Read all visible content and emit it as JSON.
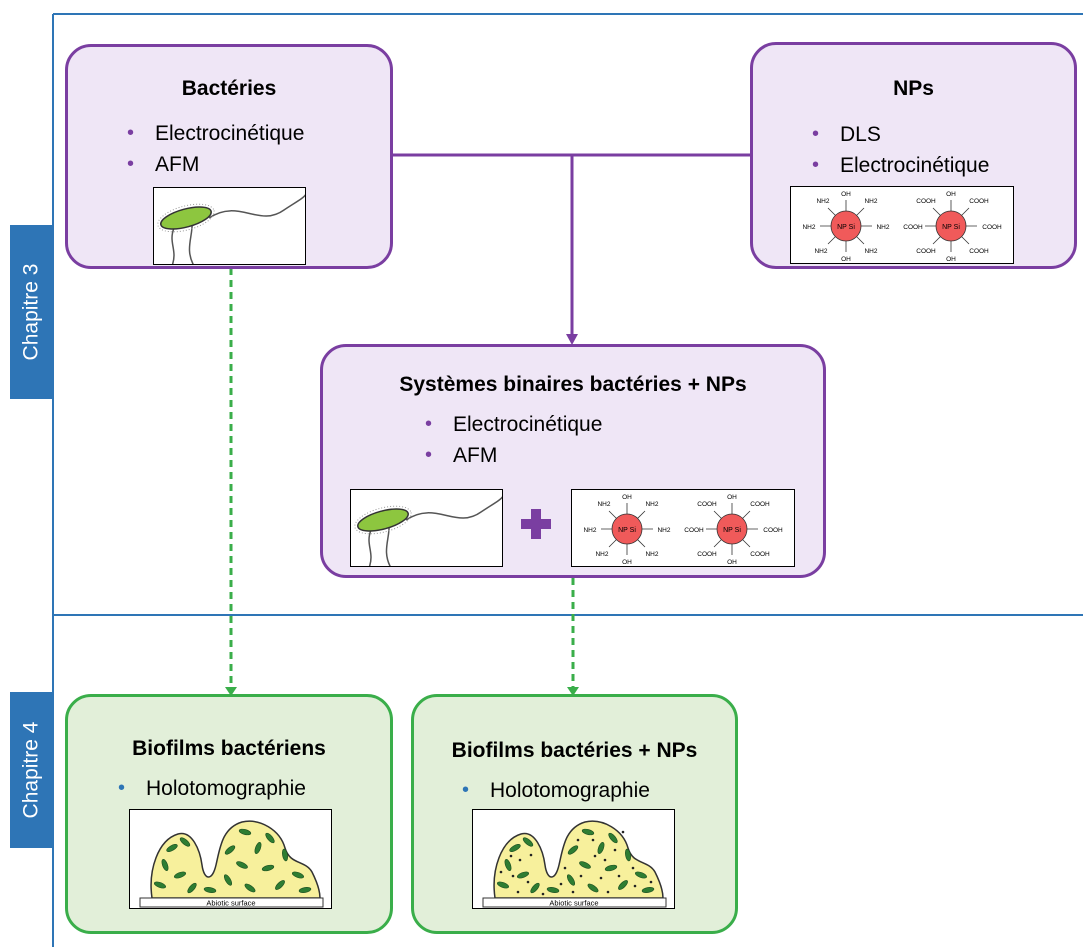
{
  "chapters": [
    {
      "label": "Chapitre 3"
    },
    {
      "label": "Chapitre 4"
    }
  ],
  "boxes": {
    "bacteries": {
      "title": "Bactéries",
      "items": [
        "Electrocinétique",
        "AFM"
      ]
    },
    "nps": {
      "title": "NPs",
      "items": [
        "DLS",
        "Electrocinétique"
      ]
    },
    "binaires": {
      "title": "Systèmes binaires bactéries + NPs",
      "items": [
        "Electrocinétique",
        "AFM"
      ]
    },
    "biofilms": {
      "title": "Biofilms bactériens",
      "items": [
        "Holotomographie"
      ]
    },
    "biofilms_nps": {
      "title": "Biofilms bactéries + NPs",
      "items": [
        "Holotomographie"
      ]
    }
  },
  "np_labels": {
    "core": "NP Si",
    "amine": "NH2",
    "hydroxyl": "OH",
    "carboxyl": "COOH"
  },
  "surface_label": "Abiotic surface",
  "colors": {
    "frame_blue": "#2e75b6",
    "purple_border": "#7a3ea1",
    "purple_fill": "#efe6f6",
    "green_border": "#3aae4a",
    "green_fill": "#e2efd9",
    "np_red": "#f05a5a",
    "bacteria_green": "#8dc63f",
    "biofilm_yellow": "#f7f09c",
    "biofilm_cell": "#2e7d32"
  }
}
